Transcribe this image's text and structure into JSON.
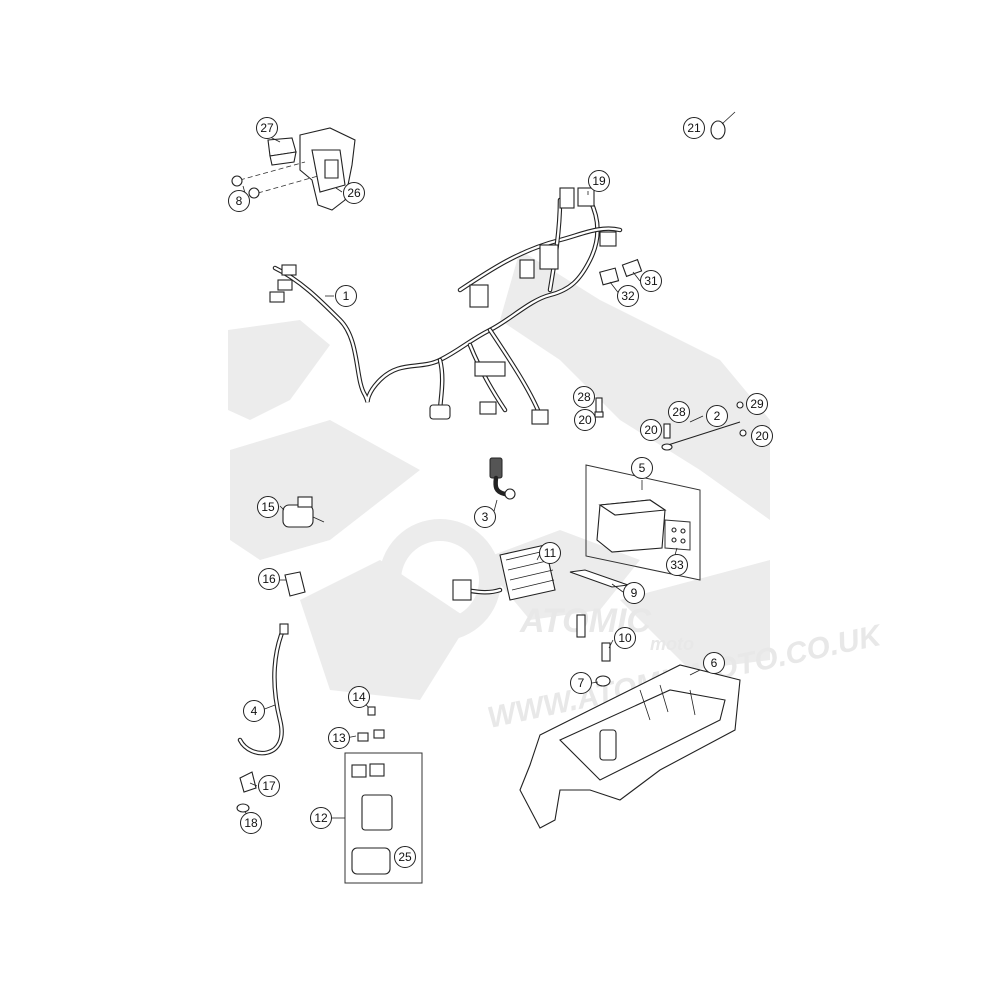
{
  "watermark": {
    "brand": "ATOMIC",
    "sub": "moto",
    "url": "WWW.ATOMICMOTO.CO.UK"
  },
  "callouts": [
    {
      "id": "c1",
      "label": "1"
    },
    {
      "id": "c2",
      "label": "2"
    },
    {
      "id": "c3",
      "label": "3"
    },
    {
      "id": "c4",
      "label": "4"
    },
    {
      "id": "c5",
      "label": "5"
    },
    {
      "id": "c6",
      "label": "6"
    },
    {
      "id": "c7",
      "label": "7"
    },
    {
      "id": "c8",
      "label": "8"
    },
    {
      "id": "c9",
      "label": "9"
    },
    {
      "id": "c10",
      "label": "10"
    },
    {
      "id": "c11",
      "label": "11"
    },
    {
      "id": "c12",
      "label": "12"
    },
    {
      "id": "c13",
      "label": "13"
    },
    {
      "id": "c14",
      "label": "14"
    },
    {
      "id": "c15",
      "label": "15"
    },
    {
      "id": "c16",
      "label": "16"
    },
    {
      "id": "c17",
      "label": "17"
    },
    {
      "id": "c18",
      "label": "18"
    },
    {
      "id": "c19",
      "label": "19"
    },
    {
      "id": "c20a",
      "label": "20"
    },
    {
      "id": "c20b",
      "label": "20"
    },
    {
      "id": "c20c",
      "label": "20"
    },
    {
      "id": "c21",
      "label": "21"
    },
    {
      "id": "c25",
      "label": "25"
    },
    {
      "id": "c26",
      "label": "26"
    },
    {
      "id": "c27",
      "label": "27"
    },
    {
      "id": "c28a",
      "label": "28"
    },
    {
      "id": "c28b",
      "label": "28"
    },
    {
      "id": "c29",
      "label": "29"
    },
    {
      "id": "c31",
      "label": "31"
    },
    {
      "id": "c32",
      "label": "32"
    },
    {
      "id": "c33",
      "label": "33"
    }
  ]
}
